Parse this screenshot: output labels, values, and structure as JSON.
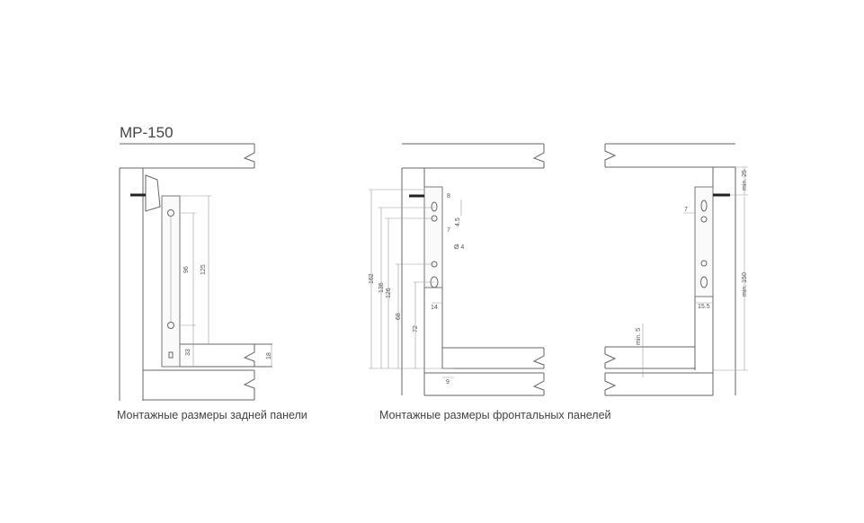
{
  "title": "MP-150",
  "left_drawing": {
    "caption": "Монтажные размеры задней панели",
    "dims": {
      "d96": "96",
      "d125": "125",
      "d33": "33",
      "d18": "18"
    }
  },
  "middle_drawing": {
    "caption": "Монтажные размеры фронтальных панелей",
    "dims": {
      "d162": "162",
      "d136": "136",
      "d126": "126",
      "d68": "68",
      "d72": "72",
      "d8": "8",
      "d45": "4.5",
      "d7": "7",
      "d_hole": "Ø 4",
      "d14": "14",
      "d9": "9"
    }
  },
  "right_drawing": {
    "dims": {
      "min25": "min. 25",
      "min150": "min. 150",
      "min5": "min. 5",
      "d7": "7",
      "d155": "15.5"
    }
  }
}
